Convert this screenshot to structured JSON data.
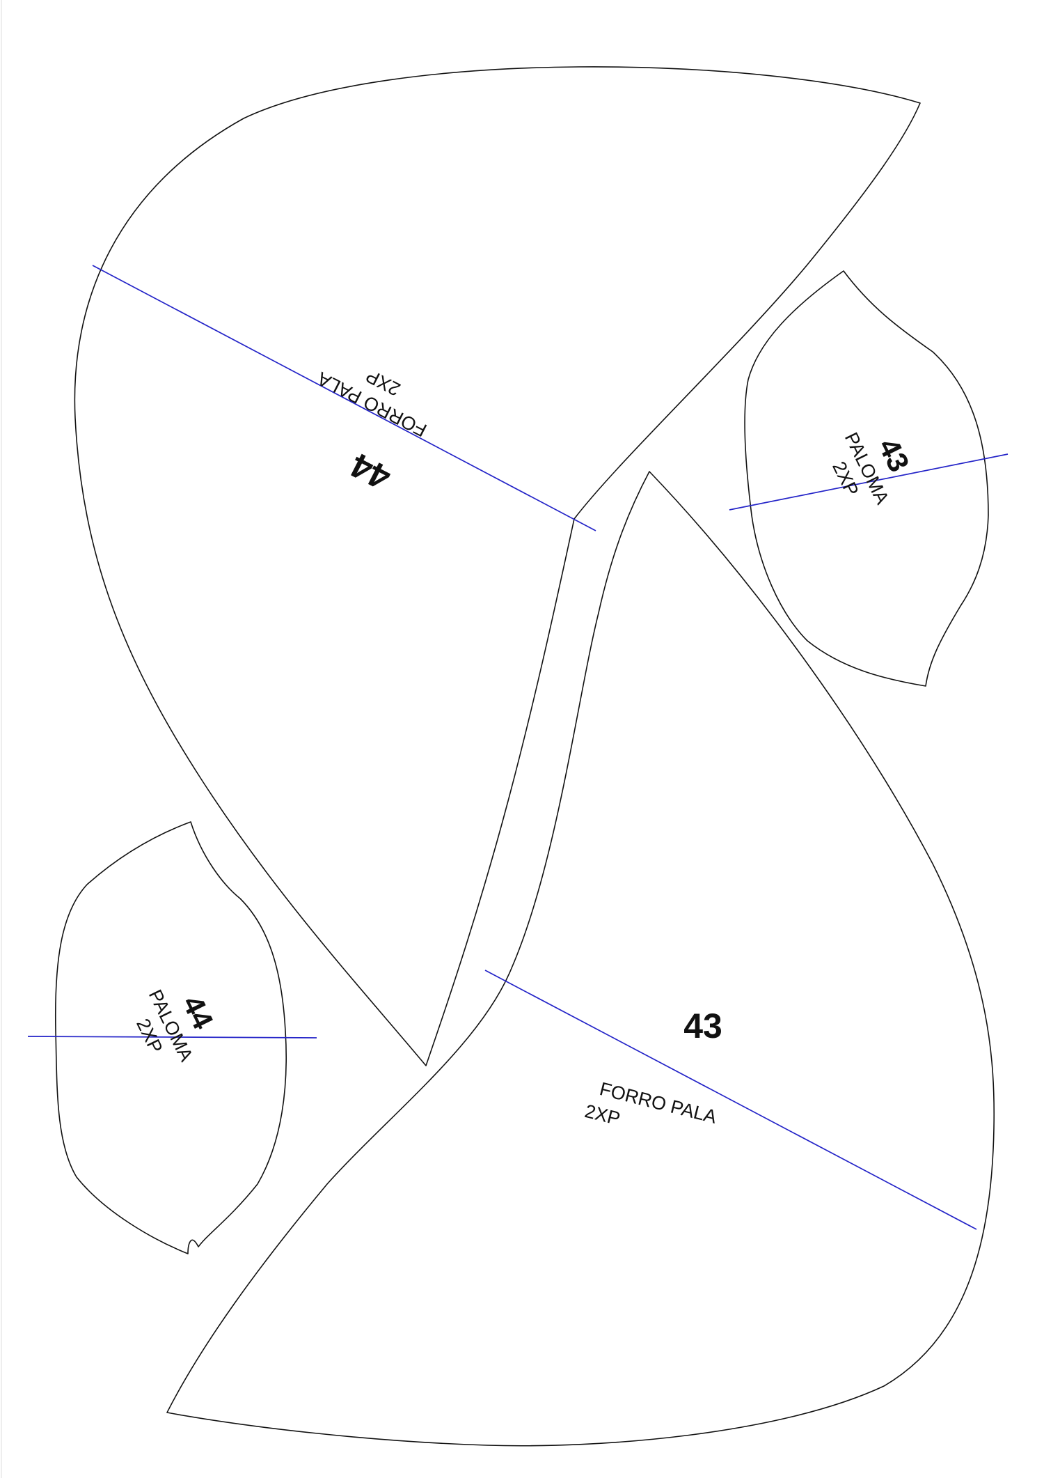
{
  "pieces": {
    "forro_pala_44": {
      "number": "44",
      "label": "FORRO PALA",
      "size": "2XP"
    },
    "paloma_43": {
      "number": "43",
      "label": "PALOMA",
      "size": "2XP"
    },
    "paloma_44": {
      "number": "44",
      "label": "PALOMA",
      "size": "2XP"
    },
    "forro_pala_43": {
      "number": "43",
      "label": "FORRO PALA",
      "size": "2XP"
    }
  },
  "colors": {
    "outline": "#111111",
    "grainline": "#2424c8",
    "background": "#ffffff"
  }
}
